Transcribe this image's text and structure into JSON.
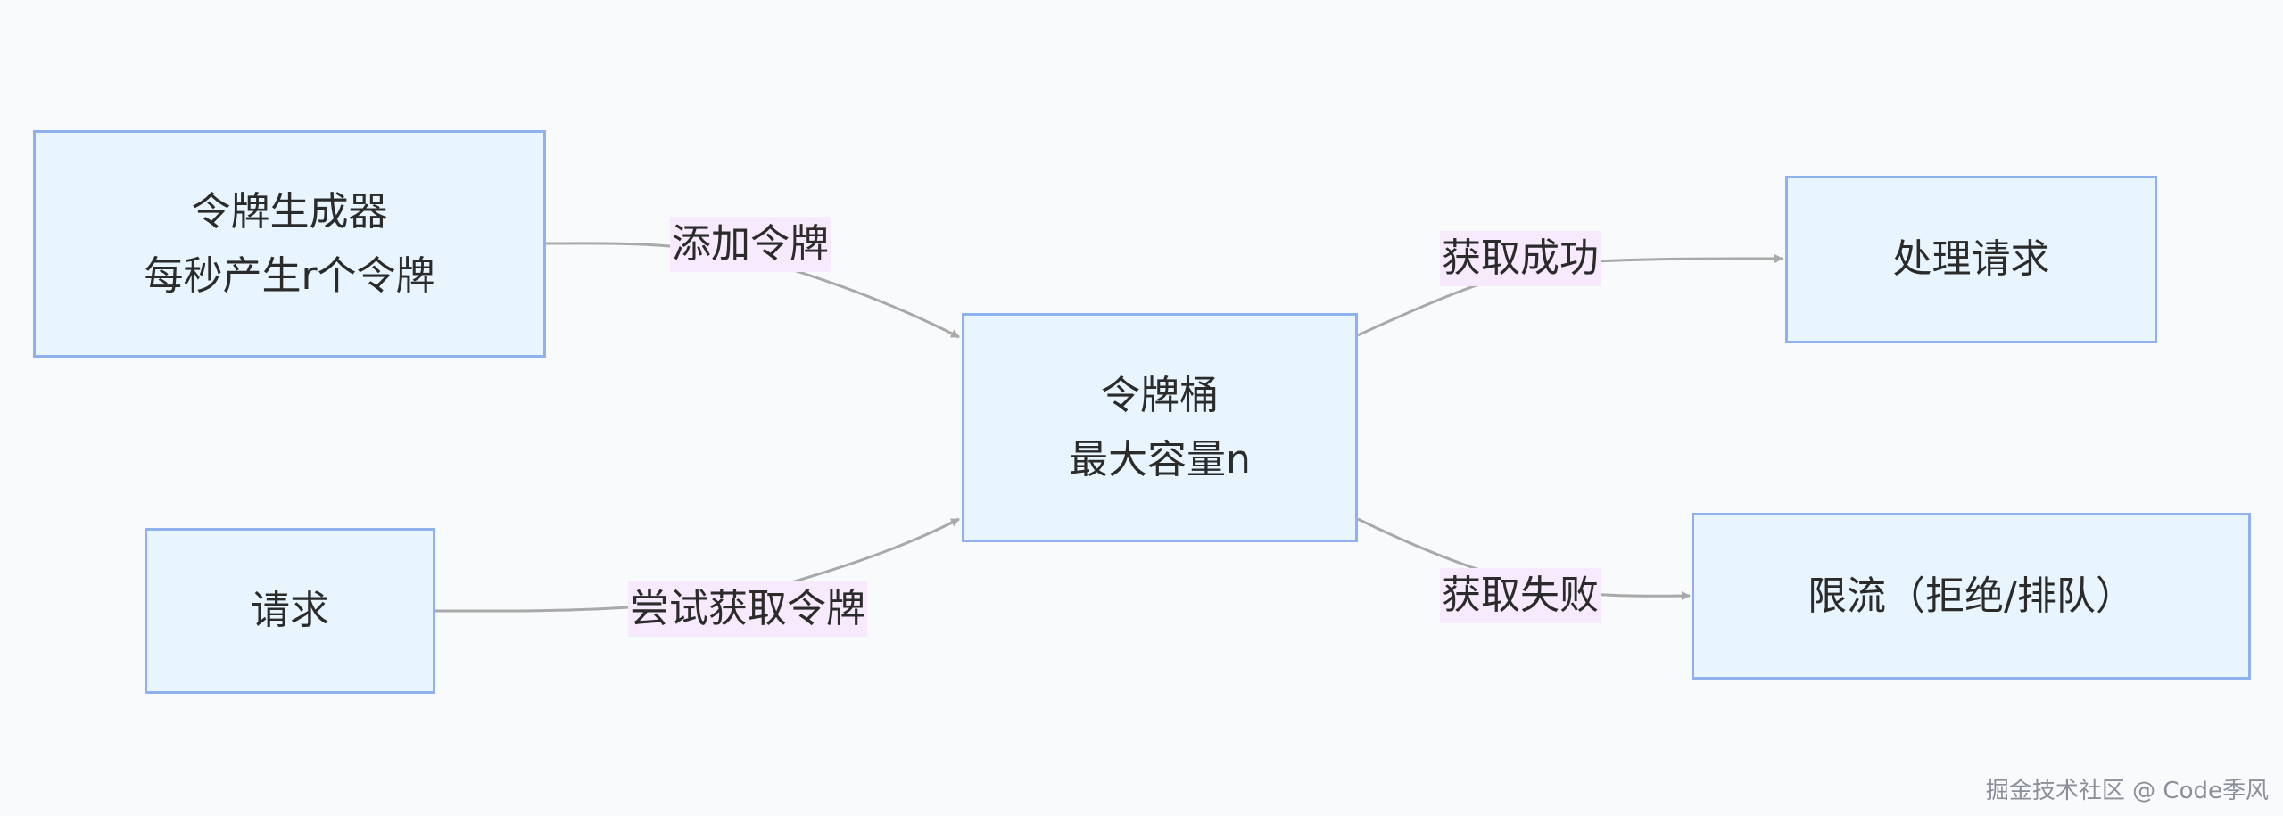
{
  "nodes": {
    "generator": {
      "line1": "令牌生成器",
      "line2": "每秒产生r个令牌"
    },
    "request": {
      "line1": "请求"
    },
    "bucket": {
      "line1": "令牌桶",
      "line2": "最大容量n"
    },
    "handle": {
      "line1": "处理请求"
    },
    "limit": {
      "line1": "限流（拒绝/排队）"
    }
  },
  "edges": {
    "add_token": "添加令牌",
    "try_get": "尝试获取令牌",
    "get_success": "获取成功",
    "get_fail": "获取失败"
  },
  "watermark": "掘金技术社区 @ Code季风",
  "colors": {
    "node_fill": "#e8f4fe",
    "node_border": "#8fb2ee",
    "edge_stroke": "#a9a9a9",
    "label_fill": "#f6eafc"
  }
}
